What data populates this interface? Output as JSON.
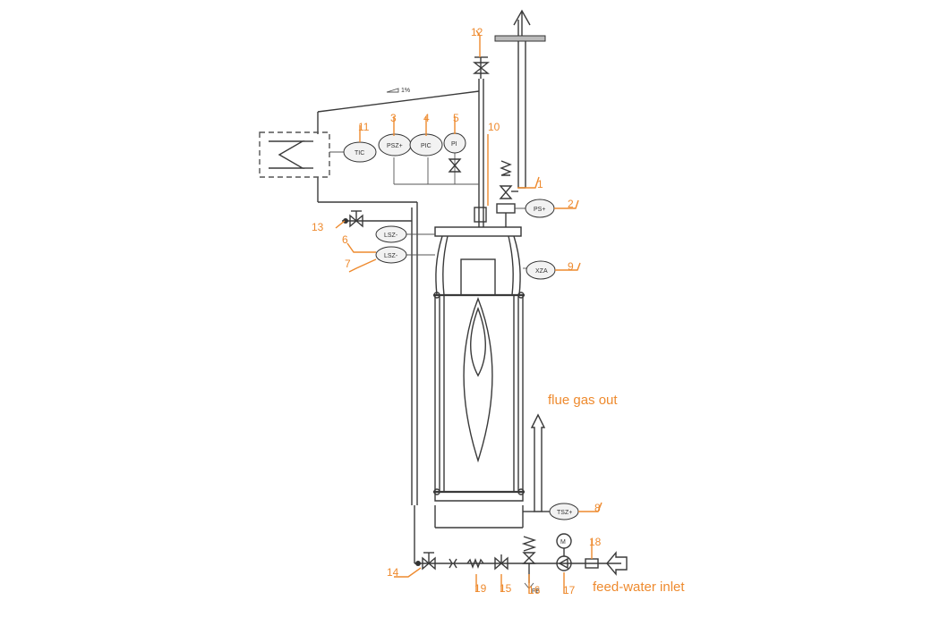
{
  "labels": {
    "flue_gas_out": "flue gas out",
    "feed_water_inlet": "feed-water inlet",
    "slope": "1%"
  },
  "instruments": {
    "pi": "PI",
    "pic": "PIC",
    "psz_upper": "PSZ+",
    "tic": "TIC",
    "ps_plus": "PS+",
    "lsz_a": "LSZ-",
    "lsz_b": "LSZ-",
    "xza": "XZA",
    "tsz_plus": "TSZ+",
    "motor": "M",
    "drain": "FE"
  },
  "callouts": [
    "1",
    "2",
    "3",
    "4",
    "5",
    "6",
    "7",
    "8",
    "9",
    "10",
    "11",
    "12",
    "13",
    "14",
    "15",
    "16",
    "17",
    "18",
    "19"
  ],
  "colors": {
    "accent": "#ee8a2e",
    "line": "#3a3a3a"
  }
}
